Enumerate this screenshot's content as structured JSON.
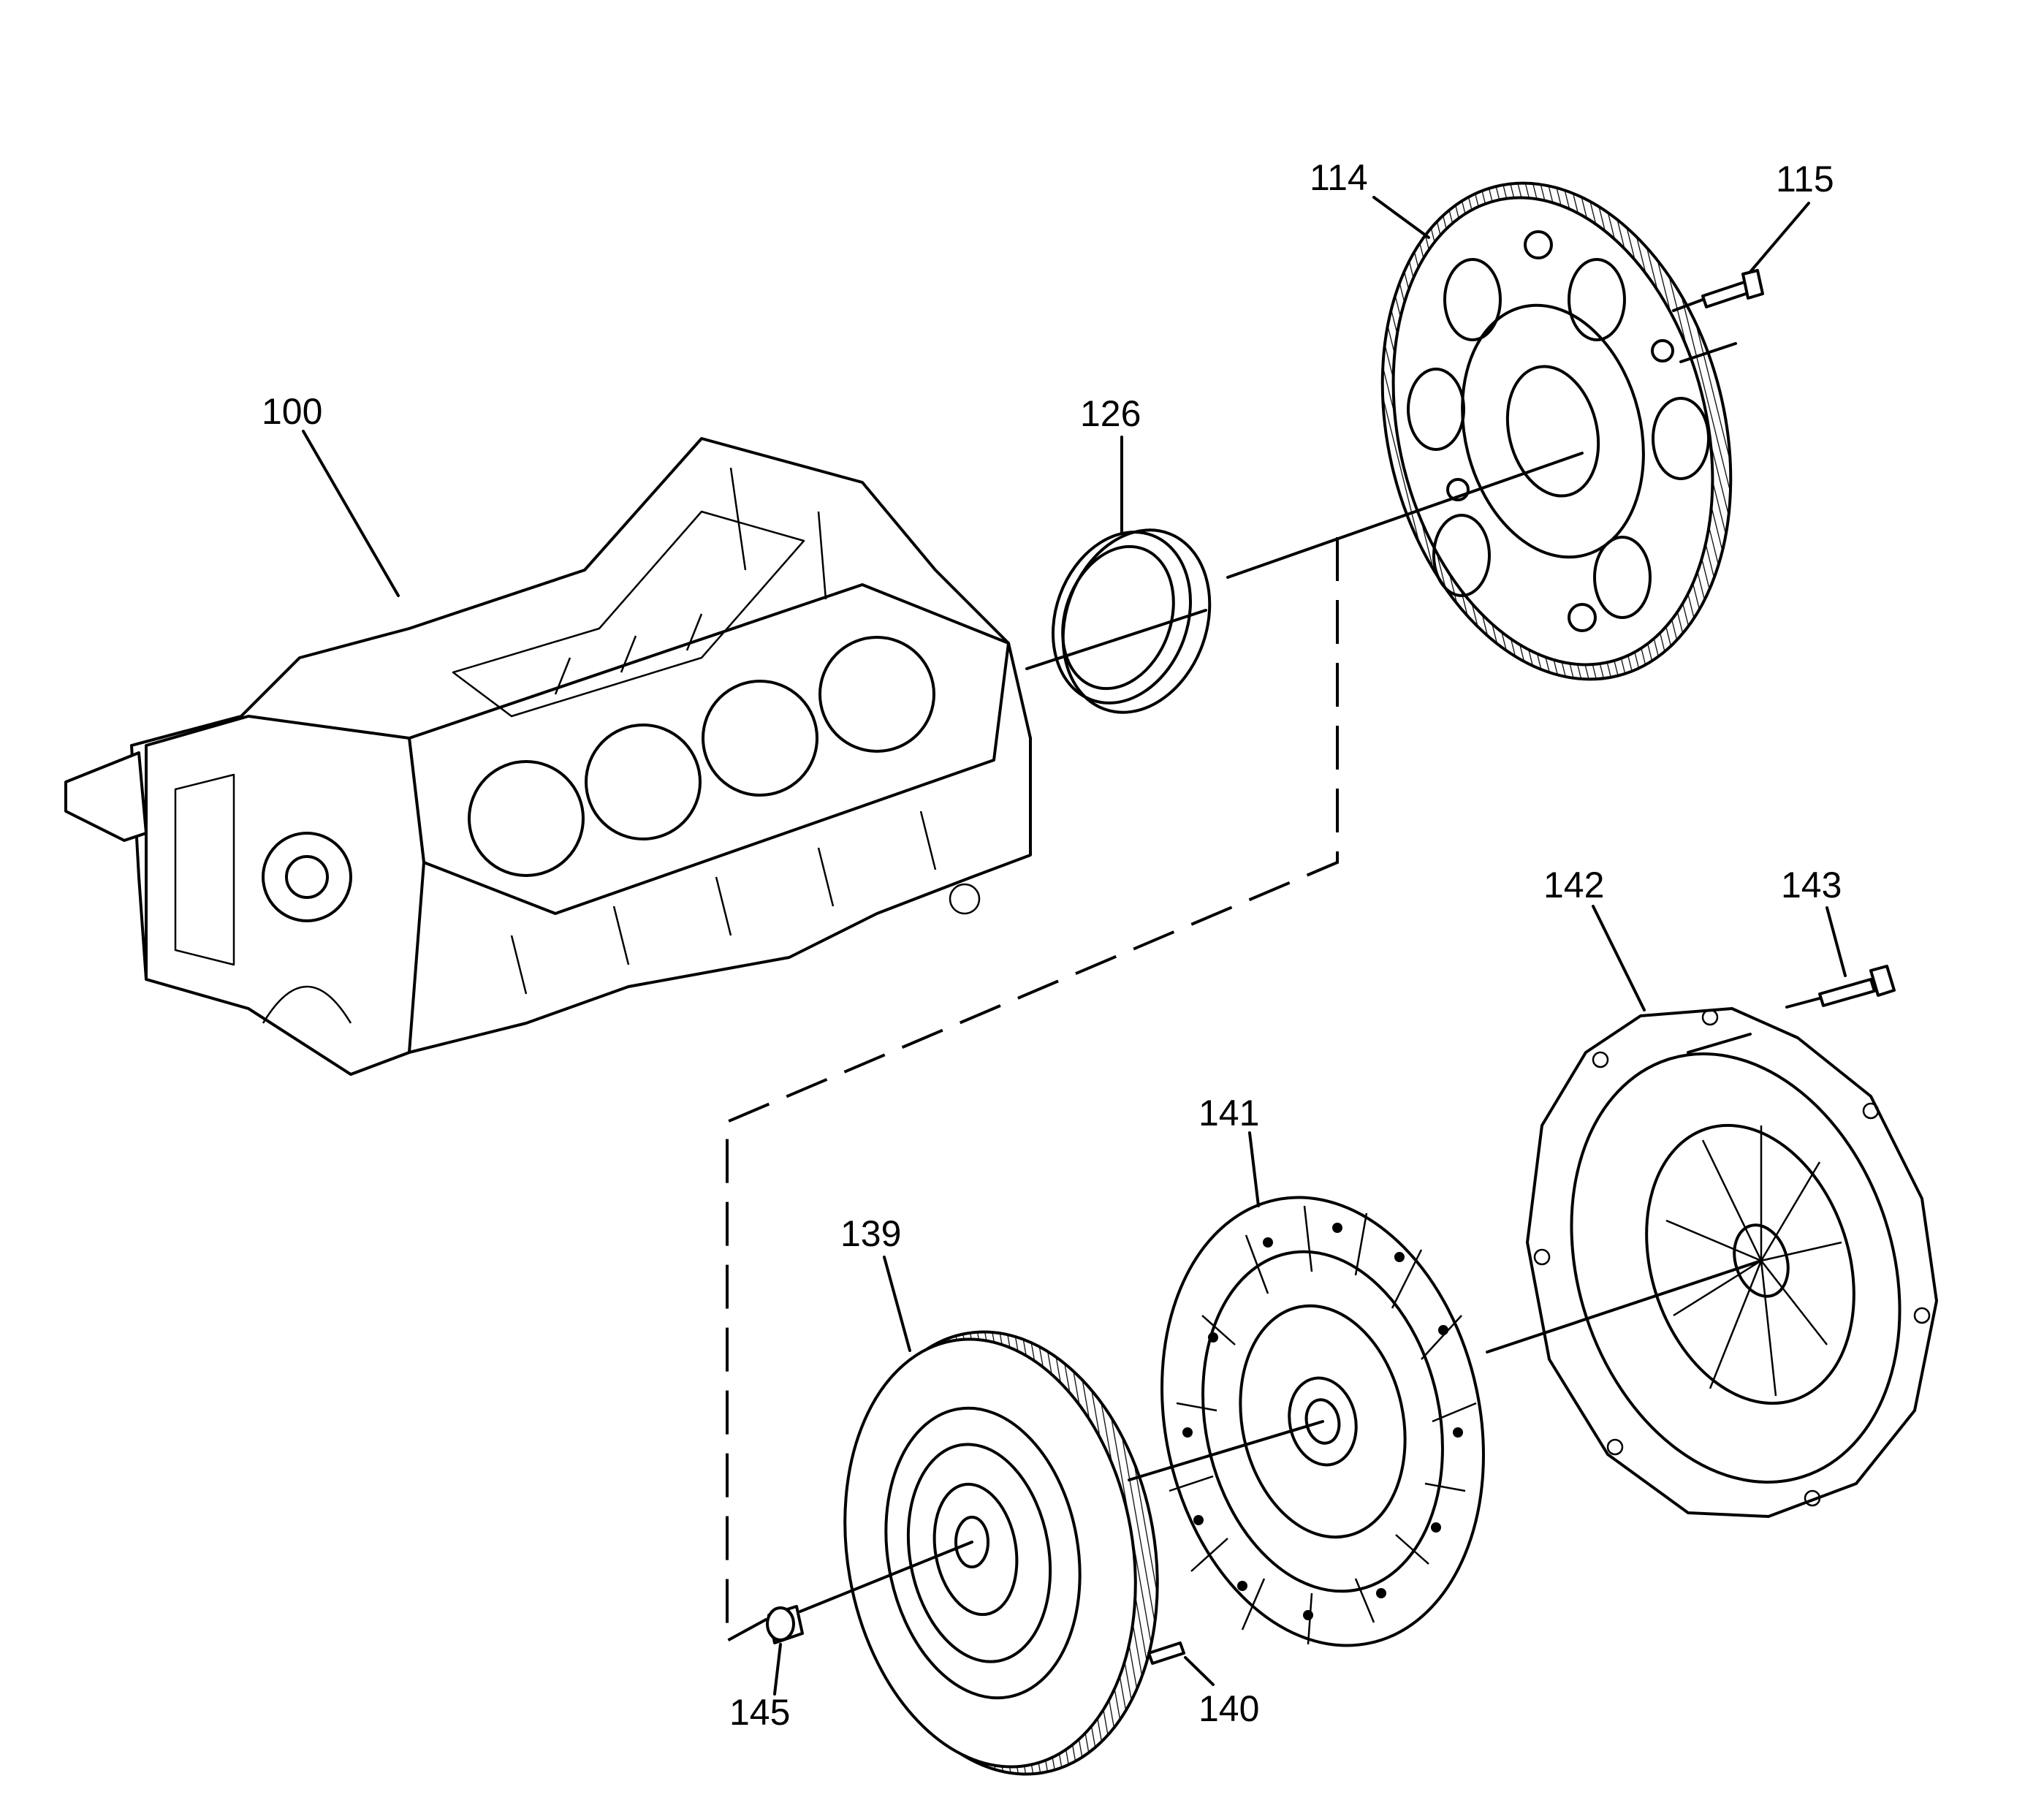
{
  "callouts": [
    {
      "id": "100"
    },
    {
      "id": "114"
    },
    {
      "id": "115"
    },
    {
      "id": "126"
    },
    {
      "id": "139"
    },
    {
      "id": "140"
    },
    {
      "id": "141"
    },
    {
      "id": "142"
    },
    {
      "id": "143"
    },
    {
      "id": "145"
    }
  ]
}
